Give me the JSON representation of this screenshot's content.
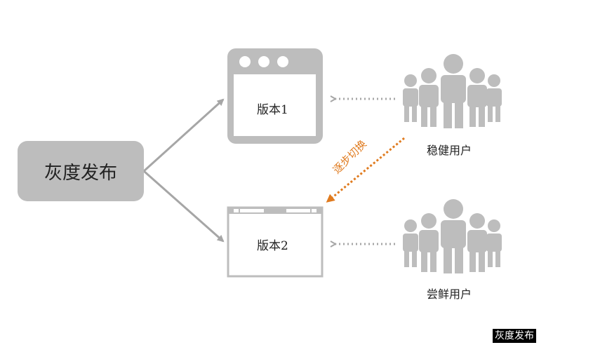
{
  "main_node": {
    "label": "灰度发布"
  },
  "version1": {
    "label": "版本1"
  },
  "version2": {
    "label": "版本2"
  },
  "stable_users": {
    "label": "稳健用户"
  },
  "early_users": {
    "label": "尝鲜用户"
  },
  "switch_arrow": {
    "label": "逐步切换"
  },
  "watermark": {
    "label": "灰度发布"
  },
  "colors": {
    "gray": "#bdbdbd",
    "dark_gray": "#a6a6a6",
    "orange": "#e07b1f"
  }
}
